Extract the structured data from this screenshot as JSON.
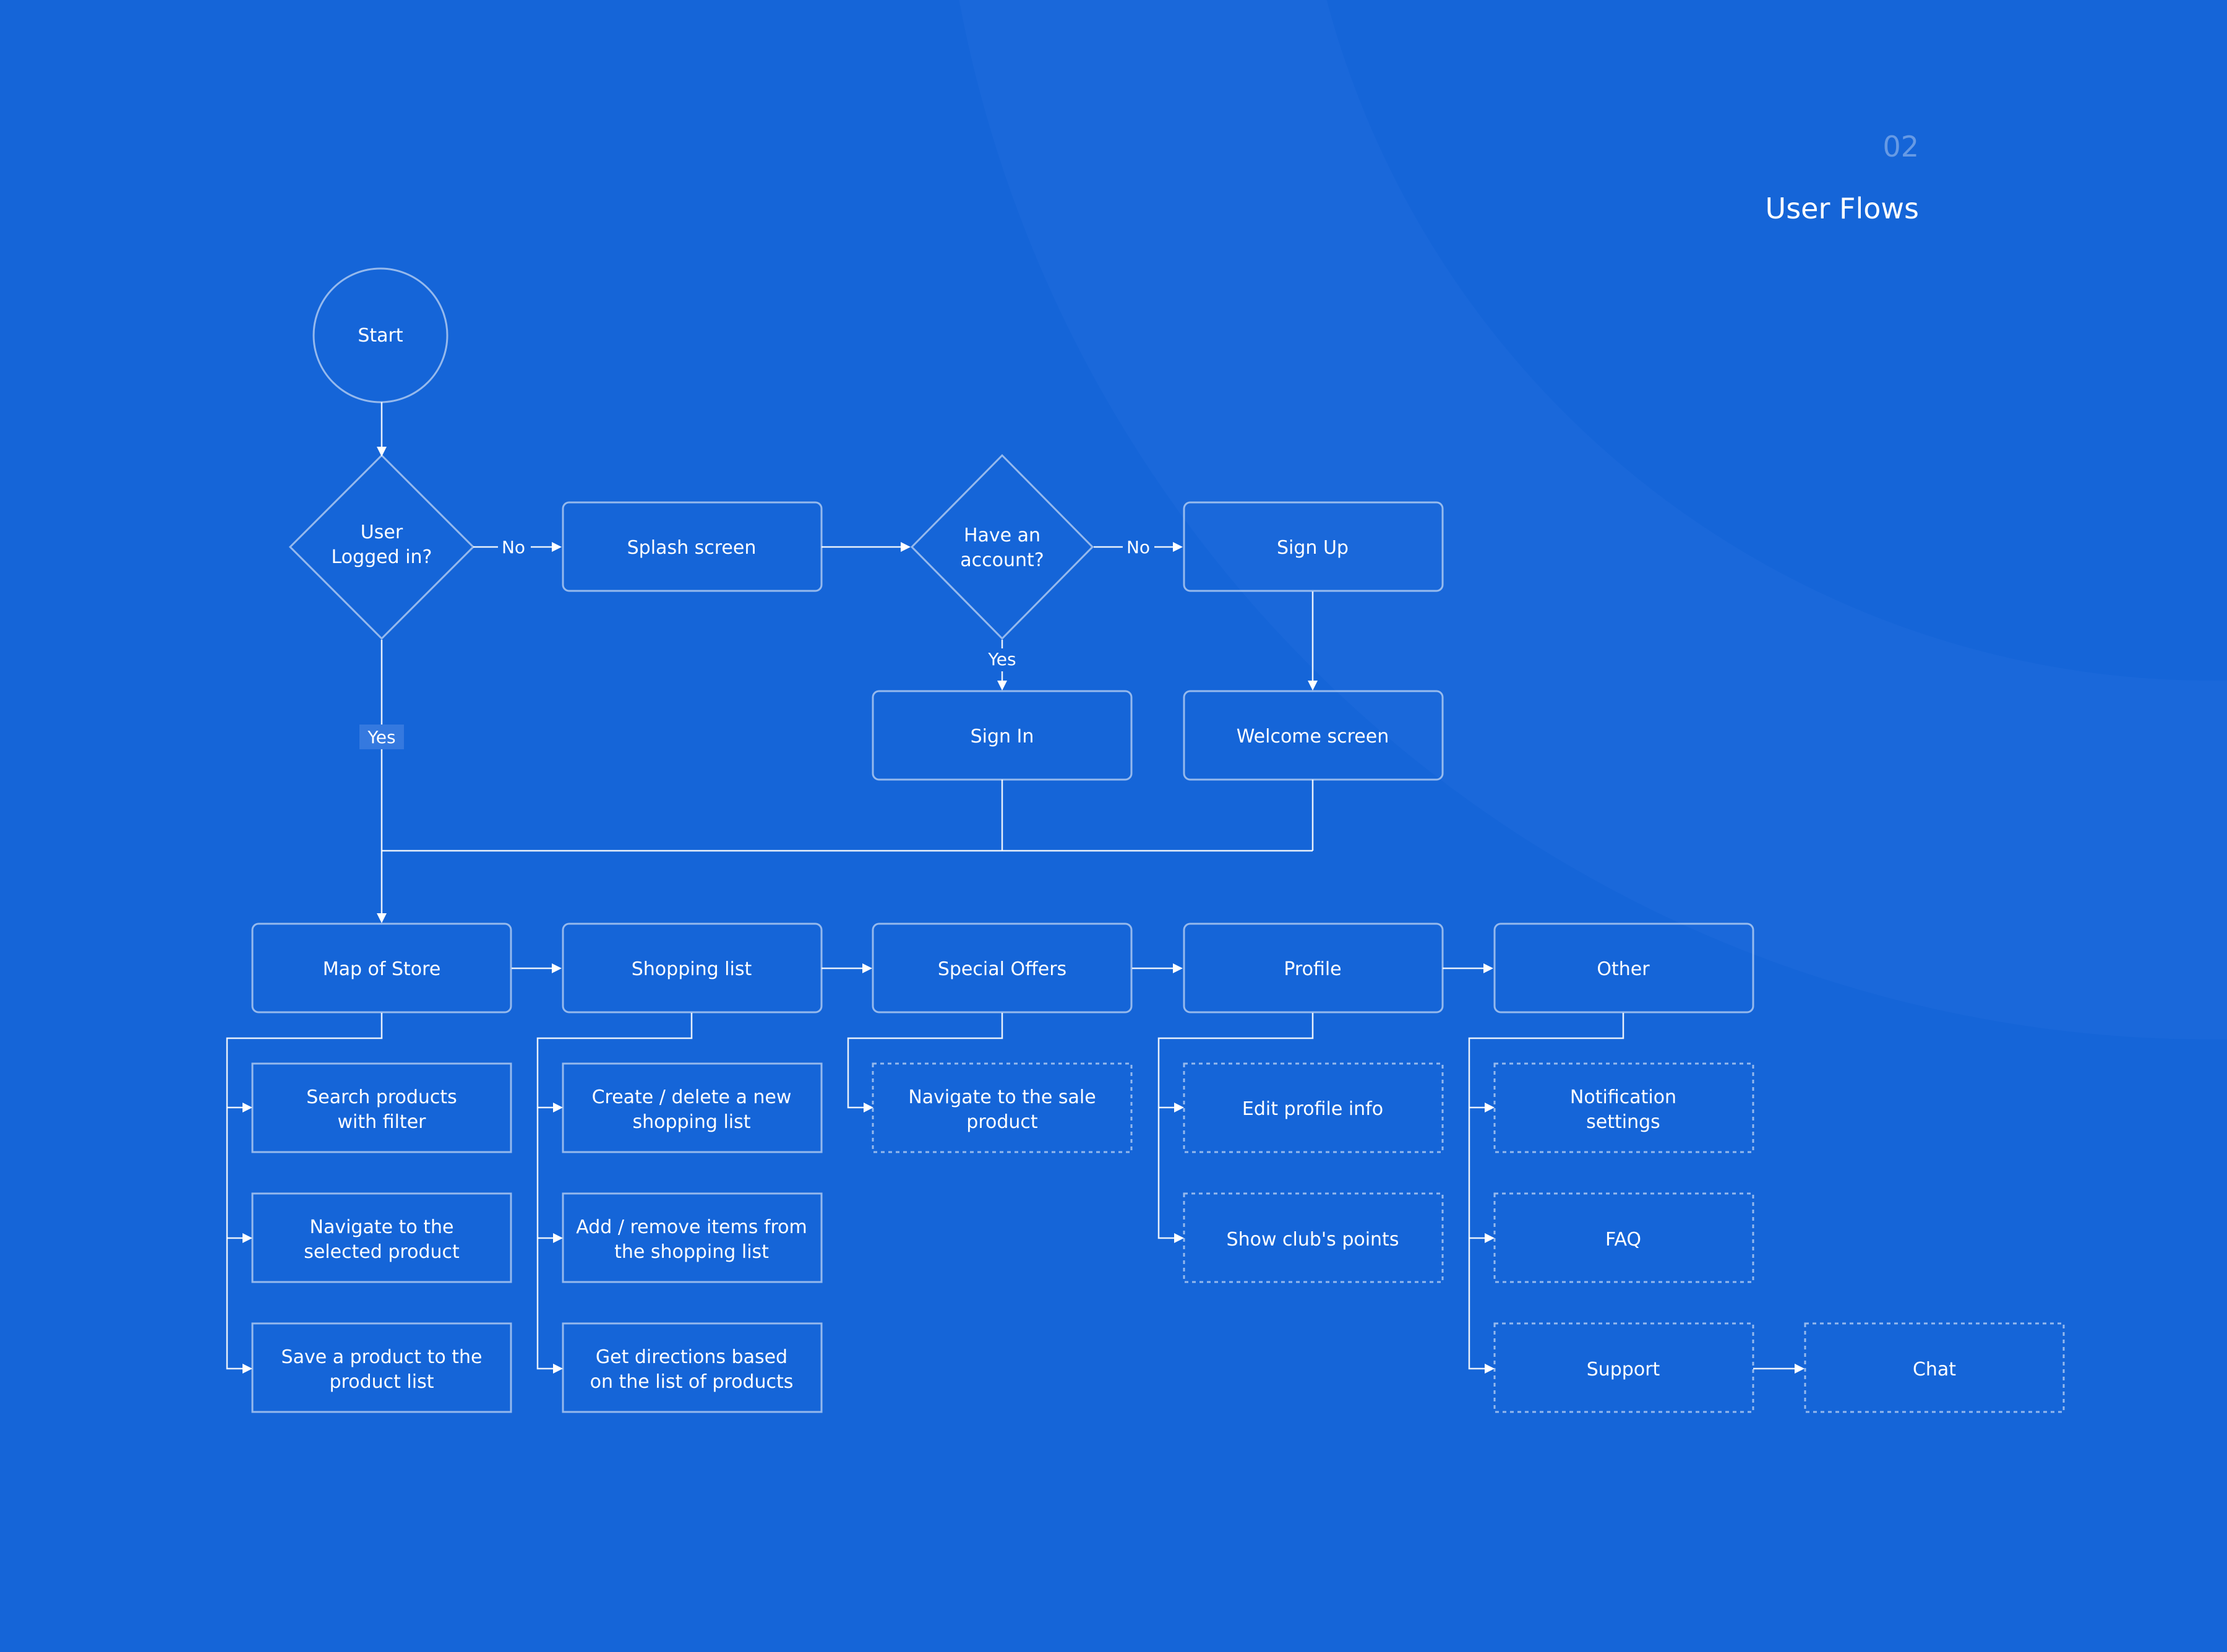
{
  "header": {
    "page_number": "02",
    "title": "User Flows"
  },
  "colors": {
    "background": "#1565d8",
    "decorative_circle": "#2a72de",
    "stroke": "#ffffff"
  },
  "nodes": {
    "start": "Start",
    "logged_in": [
      "User",
      "Logged in?"
    ],
    "splash": "Splash screen",
    "have_account": [
      "Have an",
      "account?"
    ],
    "sign_up": "Sign Up",
    "sign_in": "Sign In",
    "welcome": "Welcome screen",
    "map": "Map of Store",
    "shopping": "Shopping list",
    "offers": "Special Offers",
    "profile": "Profile",
    "other": "Other",
    "search": [
      "Search products",
      "with filter"
    ],
    "navigate_selected": [
      "Navigate to the",
      "selected product"
    ],
    "save_product": [
      "Save a product to the",
      "product list"
    ],
    "create_list": [
      "Create / delete a new",
      "shopping list"
    ],
    "add_remove": [
      "Add / remove items from",
      "the shopping list"
    ],
    "directions": [
      "Get directions based",
      "on the list of products"
    ],
    "navigate_sale": [
      "Navigate to the sale",
      "product"
    ],
    "edit_profile": "Edit profile info",
    "club_points": "Show club's points",
    "notification": [
      "Notification",
      "settings"
    ],
    "faq": "FAQ",
    "support": "Support",
    "chat": "Chat"
  },
  "edge_labels": {
    "no": "No",
    "yes": "Yes"
  }
}
